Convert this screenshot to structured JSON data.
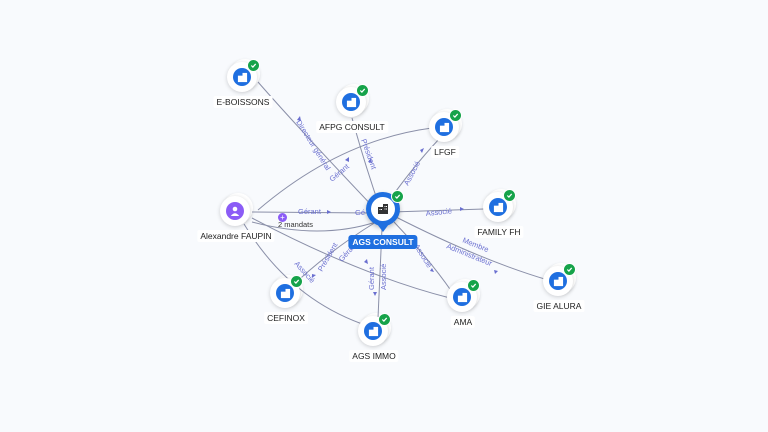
{
  "center": {
    "name": "AGS CONSULT"
  },
  "person": {
    "name": "Alexandre FAUPIN",
    "mandates_label": "2 mandats",
    "plus_symbol": "+"
  },
  "companies": {
    "eboissons": "E-BOISSONS",
    "afpg": "AFPG CONSULT",
    "lfgf": "LFGF",
    "family": "FAMILY FH",
    "giealura": "GIE ALURA",
    "ama": "AMA",
    "agsimmo": "AGS IMMO",
    "cefinox": "CEFINOX"
  },
  "edge_labels": {
    "dg": "Directeur général",
    "gerant1": "Gérant",
    "president1": "Président",
    "associe1": "Associé",
    "gerant2": "Gérant",
    "gerant2b": "Gé",
    "associe2": "Associé",
    "membre1": "Membre",
    "membre2": "Administrateur",
    "associe3": "Associé",
    "president2": "Président",
    "gerant3": "Gérant",
    "gerant4": "Gérant",
    "associe4": "Associé",
    "associe5": "Associé"
  },
  "colors": {
    "company": "#1f6fe0",
    "person": "#8b5cf6",
    "check": "#16a34a",
    "edge_label": "#6a6fd0"
  }
}
